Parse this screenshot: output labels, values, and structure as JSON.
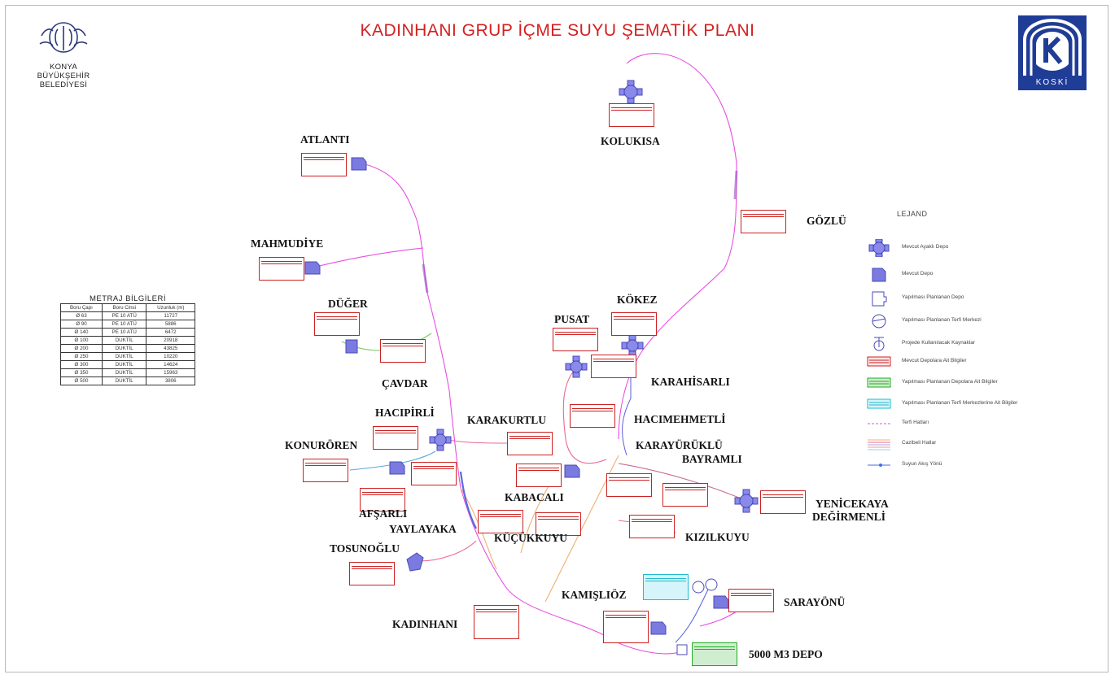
{
  "title": "KADINHANI GRUP İÇME SUYU ŞEMATİK PLANI",
  "municipality": [
    "KONYA",
    "BÜYÜKŞEHİR",
    "BELEDİYESİ"
  ],
  "logo_text": "KOSKİ",
  "colors": {
    "title": "#d42020",
    "depot": "#6e6ee0",
    "pipe_magenta": "#e84ee0",
    "pipe_orange": "#f0b070",
    "box_red": "#cc2222",
    "logo_blue": "#1f3c97"
  },
  "towns": {
    "kolukisa": "KOLUKISA",
    "atlanti": "ATLANTI",
    "gozlu": "GÖZLÜ",
    "mahmudiye": "MAHMUDİYE",
    "duger": "DÜĞER",
    "kokez": "KÖKEZ",
    "pusat": "PUSAT",
    "cavdar": "ÇAVDAR",
    "karahisarli": "KARAHİSARLI",
    "hacipirli": "HACIPİRLİ",
    "karakurtlu": "KARAKURTLU",
    "hacimehmetli": "HACIMEHMETLİ",
    "konuroren": "KONURÖREN",
    "karayuruklu": "KARAYÜRÜKLÜ",
    "bayramli": "BAYRAMLI",
    "yenicekaya": "YENİCEKAYA",
    "degirmenli": "DEĞİRMENLİ",
    "kabacali": "KABACALI",
    "afsarli": "AFŞARLI",
    "yaylayaka": "YAYLAYAKA",
    "kizilkuyu": "KIZILKUYU",
    "kucukkuyu": "KÜÇÜKKUYU",
    "tosunoglu": "TOSUNOĞLU",
    "kamislioz": "KAMIŞLIÖZ",
    "sarayonu": "SARAYÖNÜ",
    "kadinhani": "KADINHANI",
    "depo5000": "5000 M3 DEPO"
  },
  "metraj": {
    "title": "METRAJ BİLGİLERİ",
    "headers": [
      "Boru Çapı",
      "Boru Cinsi",
      "Uzunluk (m)"
    ],
    "rows": [
      [
        "Ø 63",
        "PE 10 ATÜ",
        "11727"
      ],
      [
        "Ø 90",
        "PE 10 ATÜ",
        "5886"
      ],
      [
        "Ø 140",
        "PE 10 ATÜ",
        "6472"
      ],
      [
        "Ø 100",
        "DUKTİL",
        "20918"
      ],
      [
        "Ø 200",
        "DUKTİL",
        "43825"
      ],
      [
        "Ø 250",
        "DUKTİL",
        "10220"
      ],
      [
        "Ø 300",
        "DUKTİL",
        "14624"
      ],
      [
        "Ø 350",
        "DUKTİL",
        "15963"
      ],
      [
        "Ø 500",
        "DUKTİL",
        "3806"
      ]
    ]
  },
  "legend": {
    "title": "LEJAND",
    "items": [
      "Mevcut Ayaklı Depo",
      "Mevcut Depo",
      "Yapılması Planlanan Depo",
      "Yapılması Planlanan Terfi Merkezi",
      "Projede Kullanılacak Kaynaklar",
      "Mevcut Depolara Ait Bilgiler",
      "Yapılması Planlanan Depolara Ait Bilgiler",
      "Yapılması Planlanan Terfi Merkezlerine Ait Bilgiler",
      "Terfi Hatları",
      "Cazibeli Hatlar",
      "Suyun Akış Yönü"
    ]
  }
}
